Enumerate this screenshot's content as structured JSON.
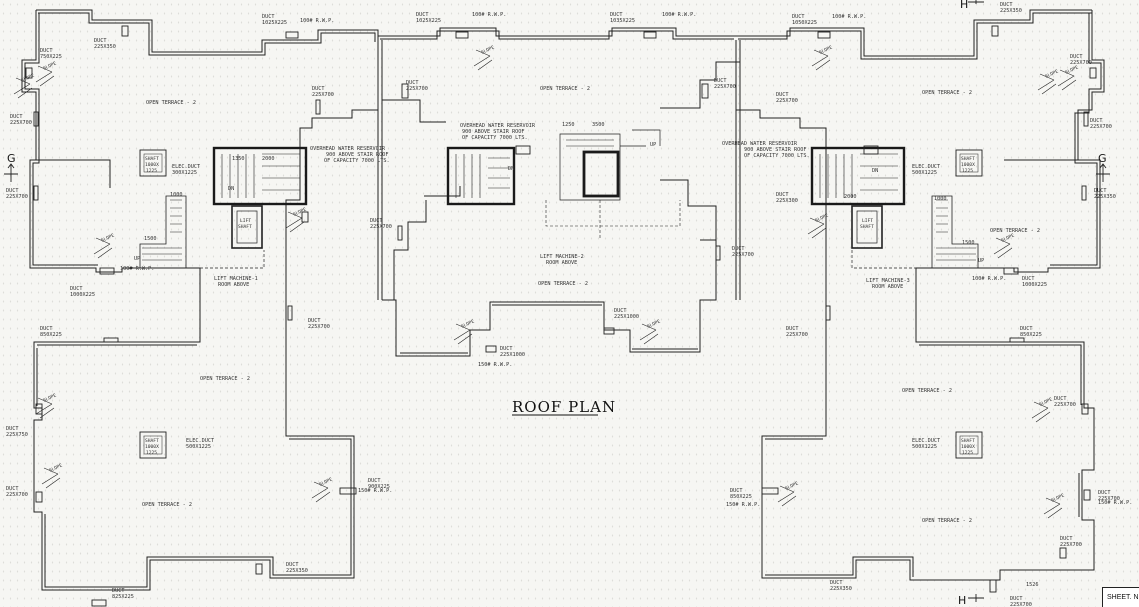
{
  "drawing": {
    "title": "ROOF PLAN",
    "grid_left": "G",
    "grid_right": "G",
    "grid_top": "H",
    "grid_bottom": "H",
    "sheet_label": "SHEET. N",
    "open_terrace": "OPEN TERRACE - 2",
    "reservoir_left": [
      "OVERHEAD WATER RESERVOIR",
      "900 ABOVE STAIR ROOF",
      "OF CAPACITY 7000 LTS."
    ],
    "reservoir_mid": [
      "OVERHEAD WATER RESERVOIR",
      "900 ABOVE STAIR ROOF",
      "OF CAPACITY 7000 LTS."
    ],
    "reservoir_right": [
      "OVERHEAD WATER RESERVOIR",
      "900 ABOVE STAIR ROOF",
      "OF CAPACITY 7000 LTS."
    ],
    "lift_machine_1": [
      "LIFT MACHINE-1",
      "ROOM ABOVE"
    ],
    "lift_machine_2": [
      "LIFT MACHINE-2",
      "ROOM ABOVE"
    ],
    "lift_machine_3": [
      "LIFT MACHINE-3",
      "ROOM ABOVE"
    ],
    "lift_shaft": [
      "LIFT",
      "SHAFT"
    ],
    "dn": "DN",
    "up": "UP",
    "shaft": [
      "SHAFT",
      "1000X",
      "1225"
    ],
    "elec_duct_1": [
      "ELEC.DUCT",
      "300X1225"
    ],
    "elec_duct_2": [
      "ELEC.DUCT",
      "500X1225"
    ],
    "slope": "SLOPE",
    "dims": {
      "d1250": "1250",
      "d3500": "3500",
      "d1000": "1000",
      "d1500": "1500",
      "d1350": "1350",
      "d2000": "2000",
      "d1526": "1526"
    }
  },
  "ducts": [
    {
      "label": [
        "DUCT",
        "1025X225"
      ],
      "rwp": "100# R.W.P."
    },
    {
      "label": [
        "DUCT",
        "1025X225"
      ],
      "rwp": "100# R.W.P."
    },
    {
      "label": [
        "DUCT",
        "1035X225"
      ],
      "rwp": "100# R.W.P."
    },
    {
      "label": [
        "DUCT",
        "1050X225"
      ],
      "rwp": "100# R.W.P."
    },
    {
      "label": [
        "DUCT",
        "225X350"
      ]
    },
    {
      "label": [
        "DUCT",
        "750X225"
      ]
    },
    {
      "label": [
        "DUCT",
        "225X700"
      ]
    },
    {
      "label": [
        "DUCT",
        "225X700"
      ]
    },
    {
      "label": [
        "DUCT",
        "225X700"
      ]
    },
    {
      "label": [
        "DUCT",
        "225X700"
      ]
    },
    {
      "label": [
        "DUCT",
        "225X700"
      ]
    },
    {
      "label": [
        "DUCT",
        "225X350"
      ]
    },
    {
      "label": [
        "DUCT",
        "225X700"
      ]
    },
    {
      "label": [
        "DUCT",
        "225X700"
      ]
    },
    {
      "label": [
        "DUCT",
        "225X300"
      ]
    },
    {
      "label": [
        "DUCT",
        "225X700"
      ]
    },
    {
      "label": [
        "DUCT",
        "1000X225"
      ],
      "rwp": "100# R.W.P."
    },
    {
      "label": [
        "DUCT",
        "225X700"
      ]
    },
    {
      "label": [
        "DUCT",
        "225X1000"
      ]
    },
    {
      "label": [
        "DUCT",
        "225X1000"
      ],
      "rwp": "150# R.W.P."
    },
    {
      "label": [
        "DUCT",
        "1000X225"
      ],
      "rwp": "100# R.W.P."
    },
    {
      "label": [
        "DUCT",
        "850X225"
      ]
    },
    {
      "label": [
        "DUCT",
        "225X700"
      ]
    },
    {
      "label": [
        "DUCT",
        "850X225"
      ]
    },
    {
      "label": [
        "DUCT",
        "225X750"
      ]
    },
    {
      "label": [
        "DUCT",
        "225X700"
      ]
    },
    {
      "label": [
        "DUCT",
        "225X700"
      ]
    },
    {
      "label": [
        "DUCT",
        "900X225"
      ],
      "rwp": "150# R.W.P."
    },
    {
      "label": [
        "DUCT",
        "850X225"
      ],
      "rwp": "150# R.W.P."
    },
    {
      "label": [
        "DUCT",
        "225X350"
      ]
    },
    {
      "label": [
        "DUCT",
        "825X225"
      ]
    },
    {
      "label": [
        "DUCT",
        "225X700"
      ],
      "rwp": "150# R.W.P."
    },
    {
      "label": [
        "DUCT",
        "225X700"
      ]
    },
    {
      "label": [
        "DUCT",
        "225X350"
      ]
    },
    {
      "label": [
        "DUCT",
        "225X350"
      ]
    },
    {
      "label": [
        "DUCT",
        "225X700"
      ]
    },
    {
      "label": [
        "DUCT",
        "225X700"
      ]
    },
    {
      "label": [
        "DUCT",
        "225X700"
      ]
    }
  ],
  "rwp_labels": {
    "r100": "100# R.W.P.",
    "r150": "150# R.W.P.",
    "r1002": "100# RWP."
  }
}
